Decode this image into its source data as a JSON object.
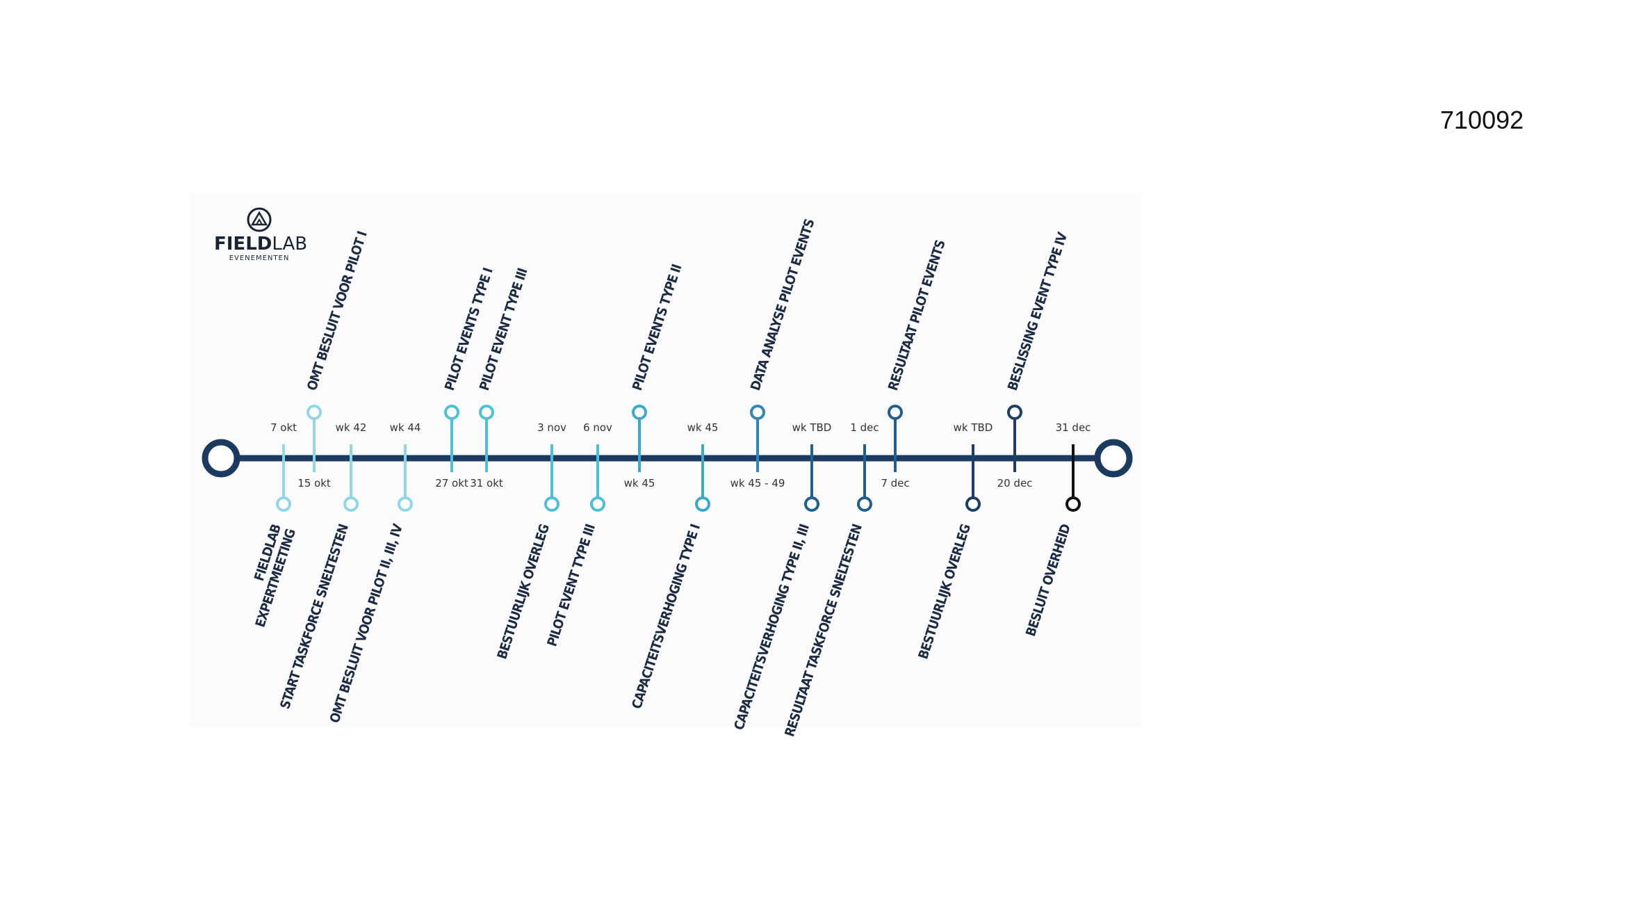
{
  "document_number": "710092",
  "logo": {
    "bold": "FIELD",
    "regular": "LAB",
    "sub": "EVENEMENTEN",
    "icon": "tent-triangle-icon"
  },
  "colors": {
    "line": "#1b3a60",
    "stage1": "#8fd7e6",
    "stage2": "#4cc0d6",
    "stage3": "#3aa9cf",
    "stage4": "#2f86b8",
    "stage5": "#215f8e",
    "stage6": "#1b3f66",
    "final": "#111111",
    "label": "#1b2b44",
    "date": "#333333"
  },
  "milestones": [
    {
      "name": "fieldlab-expertmeeting",
      "side": "below",
      "date": "7 okt",
      "label": [
        "FIELDLAB",
        "EXPERTMEETING"
      ],
      "color": "stage1"
    },
    {
      "name": "omt-besluit-pilot-1",
      "side": "above",
      "date": "15 okt",
      "label": [
        "OMT BESLUIT VOOR PILOT I"
      ],
      "color": "stage1"
    },
    {
      "name": "start-taskforce-sneltesten",
      "side": "below",
      "date": "wk 42",
      "label": [
        "START TASKFORCE SNELTESTEN"
      ],
      "color": "stage1"
    },
    {
      "name": "omt-besluit-pilot-2-3-4",
      "side": "below",
      "date": "wk 44",
      "label": [
        "OMT BESLUIT VOOR PILOT II, III, IV"
      ],
      "color": "stage1"
    },
    {
      "name": "pilot-events-type-1",
      "side": "above",
      "date": "27 okt",
      "label": [
        "PILOT EVENTS TYPE I"
      ],
      "color": "stage2"
    },
    {
      "name": "pilot-event-type-3-a",
      "side": "above",
      "date": "31 okt",
      "label": [
        "PILOT EVENT TYPE III"
      ],
      "color": "stage2"
    },
    {
      "name": "bestuurlijk-overleg-1",
      "side": "below",
      "date": "3 nov",
      "label": [
        "BESTUURLIJK OVERLEG"
      ],
      "color": "stage2"
    },
    {
      "name": "pilot-event-type-3-b",
      "side": "below",
      "date": "6 nov",
      "label": [
        "PILOT EVENT TYPE III"
      ],
      "color": "stage2"
    },
    {
      "name": "pilot-events-type-2",
      "side": "above",
      "date": "wk 45",
      "label": [
        "PILOT EVENTS TYPE II"
      ],
      "color": "stage3"
    },
    {
      "name": "capaciteitsverhoging-type-1",
      "side": "below",
      "date": "wk 45",
      "label": [
        "CAPACITEITSVERHOGING TYPE I"
      ],
      "color": "stage3"
    },
    {
      "name": "data-analyse-pilot-events",
      "side": "above",
      "date": "wk 45 - 49",
      "label": [
        "DATA ANALYSE PILOT EVENTS"
      ],
      "color": "stage4"
    },
    {
      "name": "capaciteitsverhoging-type-2-3",
      "side": "below",
      "date": "wk TBD",
      "label": [
        "CAPACITEITSVERHOGING TYPE  II,  III"
      ],
      "color": "stage5"
    },
    {
      "name": "resultaat-taskforce-sneltesten",
      "side": "below",
      "date": "1 dec",
      "label": [
        "RESULTAAT TASKFORCE SNELTESTEN"
      ],
      "color": "stage5"
    },
    {
      "name": "resultaat-pilot-events",
      "side": "above",
      "date": "7 dec",
      "label": [
        "RESULTAAT PILOT EVENTS"
      ],
      "color": "stage5"
    },
    {
      "name": "bestuurlijk-overleg-2",
      "side": "below",
      "date": "wk TBD",
      "label": [
        "BESTUURLIJK OVERLEG"
      ],
      "color": "stage6"
    },
    {
      "name": "beslissing-event-type-4",
      "side": "above",
      "date": "20 dec",
      "label": [
        "BESLISSING EVENT TYPE IV"
      ],
      "color": "stage6"
    },
    {
      "name": "besluit-overheid",
      "side": "below",
      "date": "31 dec",
      "label": [
        "BESLUIT OVERHEID"
      ],
      "color": "final"
    }
  ]
}
